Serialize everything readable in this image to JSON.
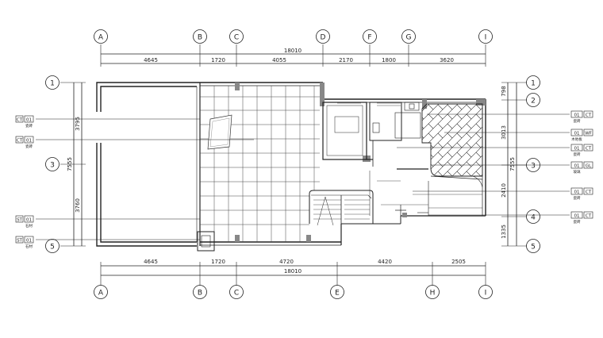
{
  "grid": {
    "top_axes": [
      "A",
      "B",
      "C",
      "D",
      "F",
      "G",
      "I"
    ],
    "bottom_axes": [
      "A",
      "B",
      "C",
      "E",
      "H",
      "I"
    ],
    "left_axes": [
      "1",
      "3",
      "5"
    ],
    "right_axes": [
      "1",
      "2",
      "3",
      "4",
      "5"
    ]
  },
  "dimensions": {
    "top_total": "18010",
    "top_segments": [
      "4645",
      "1720",
      "4055",
      "2170",
      "1800",
      "3620"
    ],
    "bottom_segments": [
      "4645",
      "1720",
      "4720",
      "4420",
      "2505"
    ],
    "bottom_total": "18010",
    "left_total": "7555",
    "left_segments": [
      "3795",
      "3760"
    ],
    "right_total": "7555",
    "right_segments": [
      "798",
      "3013",
      "2410",
      "1335"
    ]
  },
  "left_tags": [
    {
      "code": "CT",
      "num": "01",
      "sub": "瓷砖"
    },
    {
      "code": "CT",
      "num": "01",
      "sub": "瓷砖"
    },
    {
      "code": "ST",
      "num": "01",
      "sub": "石材"
    },
    {
      "code": "ST",
      "num": "01",
      "sub": "石材"
    }
  ],
  "right_tags": [
    {
      "num": "01",
      "code": "CT",
      "sub": "瓷砖"
    },
    {
      "num": "01",
      "code": "WF",
      "sub": "木地板"
    },
    {
      "num": "01",
      "code": "CT",
      "sub": "瓷砖"
    },
    {
      "num": "01",
      "code": "GL",
      "sub": "玻璃"
    },
    {
      "num": "01",
      "code": "CT",
      "sub": "瓷砖"
    },
    {
      "num": "01",
      "code": "CT",
      "sub": "瓷砖"
    }
  ]
}
